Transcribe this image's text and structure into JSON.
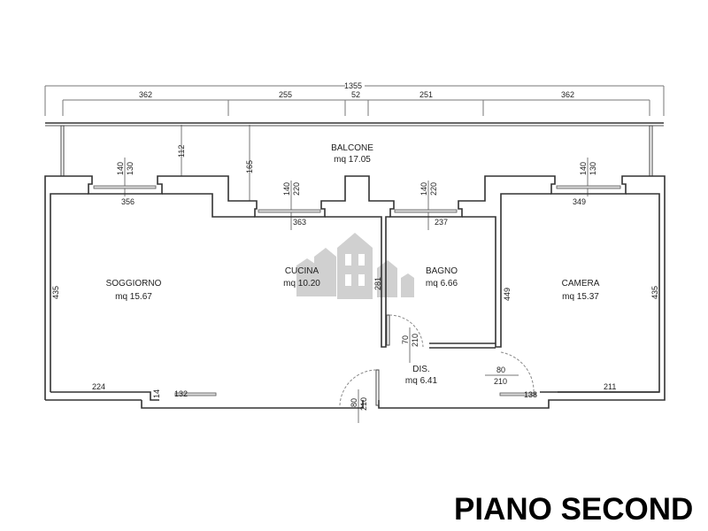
{
  "title": "PIANO SECOND",
  "rooms": {
    "balcone": {
      "name": "BALCONE",
      "area": "mq 17.05"
    },
    "soggiorno": {
      "name": "SOGGIORNO",
      "area": "mq 15.67"
    },
    "cucina": {
      "name": "CUCINA",
      "area": "mq 10.20"
    },
    "bagno": {
      "name": "BAGNO",
      "area": "mq 6.66"
    },
    "camera": {
      "name": "CAMERA",
      "area": "mq 15.37"
    },
    "dis": {
      "name": "DIS.",
      "area": "mq 6.41"
    }
  },
  "dims": {
    "total": "1355",
    "top": [
      "362",
      "255",
      "52",
      "251",
      "362"
    ],
    "d112": "112",
    "d165": "165",
    "win1": {
      "h1": "140",
      "h2": "130",
      "w": "356"
    },
    "win2": {
      "h1": "140",
      "h2": "220",
      "w": "363"
    },
    "win3": {
      "h1": "140",
      "h2": "220",
      "w": "237"
    },
    "win4": {
      "h1": "140",
      "h2": "130",
      "w": "349"
    },
    "soggiorno_h": "435",
    "cucina_h": "281",
    "bagno_h": "449",
    "camera_h": "435",
    "door_bagno": {
      "w": "70",
      "h": "210"
    },
    "door_camera": {
      "w": "80",
      "h": "210"
    },
    "door_entry": {
      "w": "80",
      "h": "210"
    },
    "bottom_224": "224",
    "bottom_14": "14",
    "bottom_132": "132",
    "bottom_138": "138",
    "bottom_211": "211"
  }
}
